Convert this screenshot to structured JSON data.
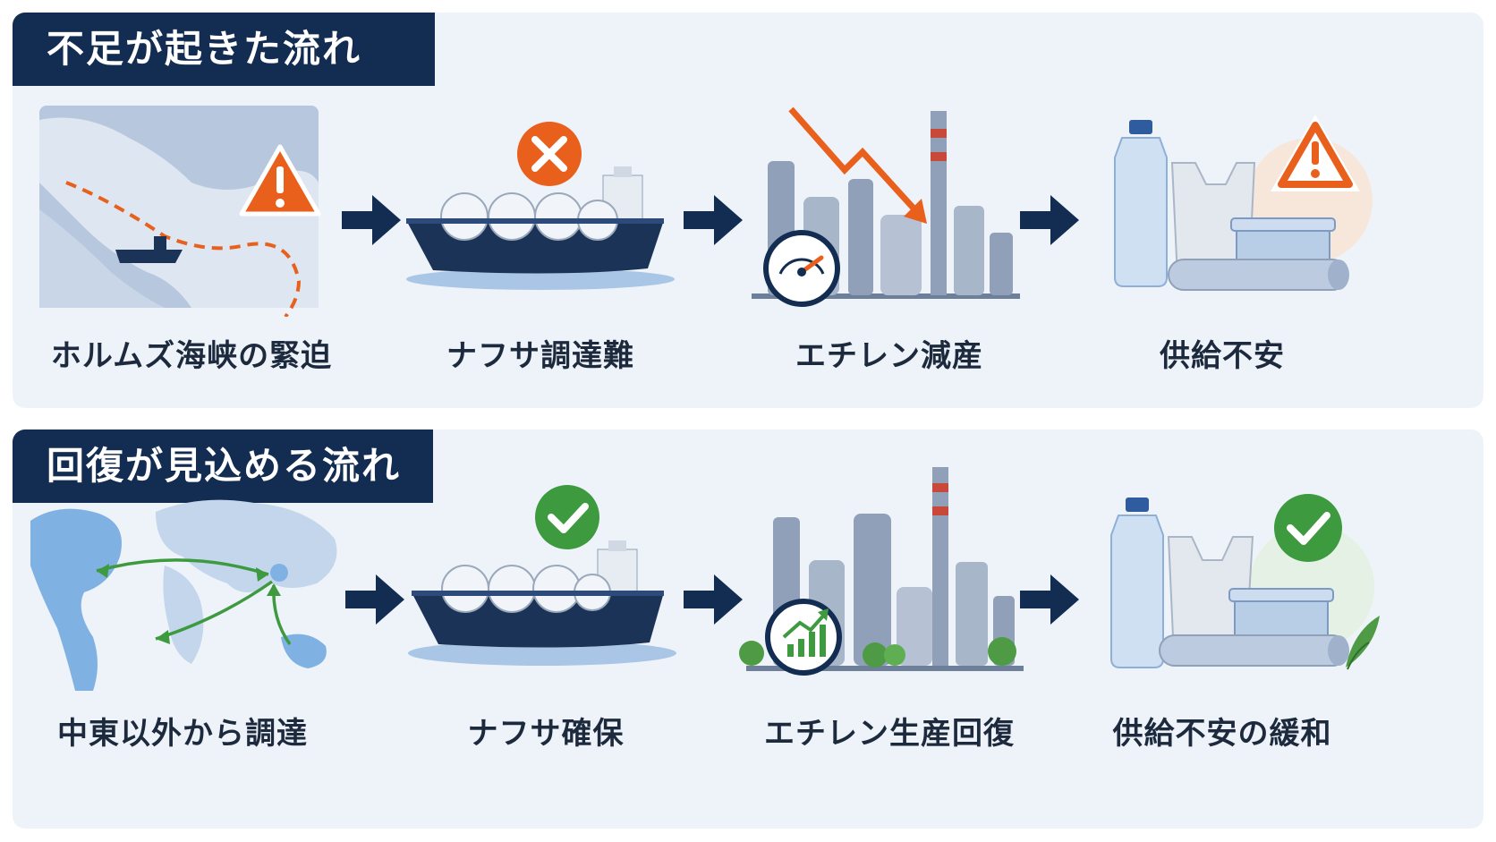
{
  "sections": [
    {
      "title": "不足が起きた流れ",
      "steps": [
        {
          "label": "ホルムズ海峡の緊迫",
          "icon": "strait-map-warning-icon"
        },
        {
          "label": "ナフサ調達難",
          "icon": "tanker-cross-icon"
        },
        {
          "label": "エチレン減産",
          "icon": "refinery-decline-icon"
        },
        {
          "label": "供給不安",
          "icon": "plastics-warning-icon"
        }
      ]
    },
    {
      "title": "回復が見込める流れ",
      "steps": [
        {
          "label": "中東以外から調達",
          "icon": "world-map-routes-icon"
        },
        {
          "label": "ナフサ確保",
          "icon": "tanker-check-icon"
        },
        {
          "label": "エチレン生産回復",
          "icon": "refinery-growth-icon"
        },
        {
          "label": "供給不安の緩和",
          "icon": "plastics-check-icon"
        }
      ]
    }
  ],
  "colors": {
    "navy": "#132c52",
    "panel": "#eef3f9",
    "warning": "#e8601c",
    "success": "#3d9a3f",
    "steel": "#8fa0b8"
  }
}
